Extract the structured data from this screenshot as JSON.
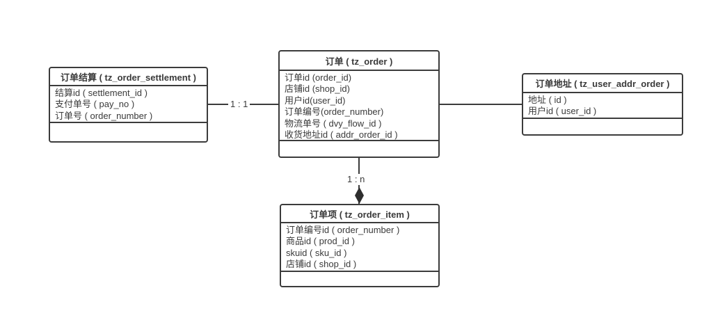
{
  "diagram": {
    "colors": {
      "line": "#3b3b3b",
      "text": "#3a3a3a",
      "background": "#ffffff"
    },
    "entities": [
      {
        "name": "order-settlement",
        "title": "订单结算 ( tz_order_settlement )",
        "fields": [
          "结算id ( settlement_id )",
          "支付单号 ( pay_no )",
          "订单号 ( order_number )"
        ]
      },
      {
        "name": "order",
        "title": "订单 ( tz_order )",
        "fields": [
          "订单id (order_id)",
          "店铺id (shop_id)",
          "用户id(user_id)",
          "订单编号(order_number)",
          "物流单号 ( dvy_flow_id )",
          "收货地址id ( addr_order_id )"
        ]
      },
      {
        "name": "order-address",
        "title": "订单地址 ( tz_user_addr_order )",
        "fields": [
          "地址 ( id )",
          "用户id ( user_id )"
        ]
      },
      {
        "name": "order-item",
        "title": "订单项 ( tz_order_item )",
        "fields": [
          "订单编号id ( order_number )",
          "商品id ( prod_id )",
          "skuid ( sku_id )",
          "店铺id ( shop_id )"
        ]
      }
    ],
    "relations": [
      {
        "from": "order-settlement",
        "to": "order",
        "label": "1 : 1",
        "end": "plain"
      },
      {
        "from": "order",
        "to": "order-address",
        "label": "",
        "end": "plain"
      },
      {
        "from": "order",
        "to": "order-item",
        "label": "1 : n",
        "end": "filled-diamond"
      }
    ]
  }
}
